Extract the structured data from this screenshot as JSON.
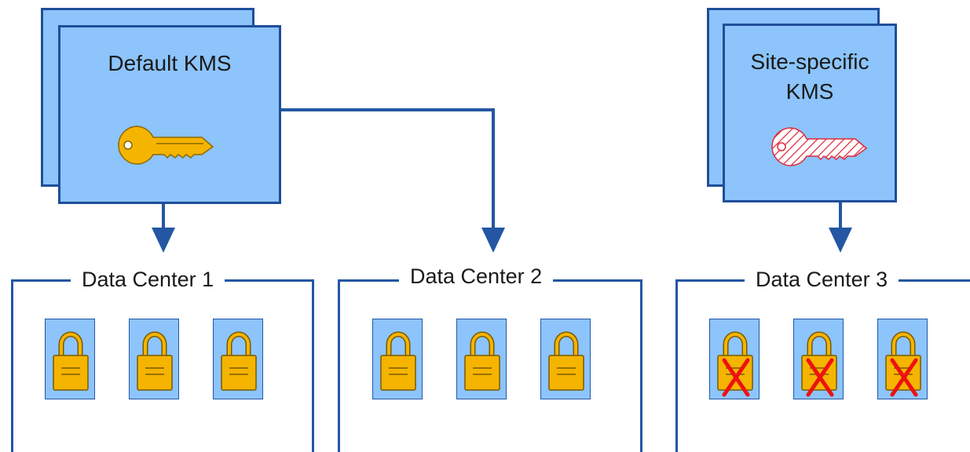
{
  "colors": {
    "kms_fill": "#8CC4FB",
    "kms_border": "#1F4E9A",
    "arrow": "#2456A4",
    "dc_border": "#2456A4",
    "tile_fill": "#8CC4FB",
    "tile_border": "#2456A4",
    "lock_body": "#F5B400",
    "key_gold": "#F5B400",
    "key_hatch": "#E0283B",
    "cross": "#EE1111"
  },
  "kms": [
    {
      "title": "Default KMS",
      "key_icon": "gold-key-icon"
    },
    {
      "title_line1": "Site-specific",
      "title_line2": "KMS",
      "key_icon": "hatched-red-key-icon"
    }
  ],
  "data_centers": [
    {
      "label": "Data Center 1",
      "locks": 3,
      "locked_state": "decryptable"
    },
    {
      "label": "Data Center 2",
      "locks": 3,
      "locked_state": "decryptable"
    },
    {
      "label": "Data Center 3",
      "locks": 3,
      "locked_state": "not-decryptable"
    }
  ]
}
